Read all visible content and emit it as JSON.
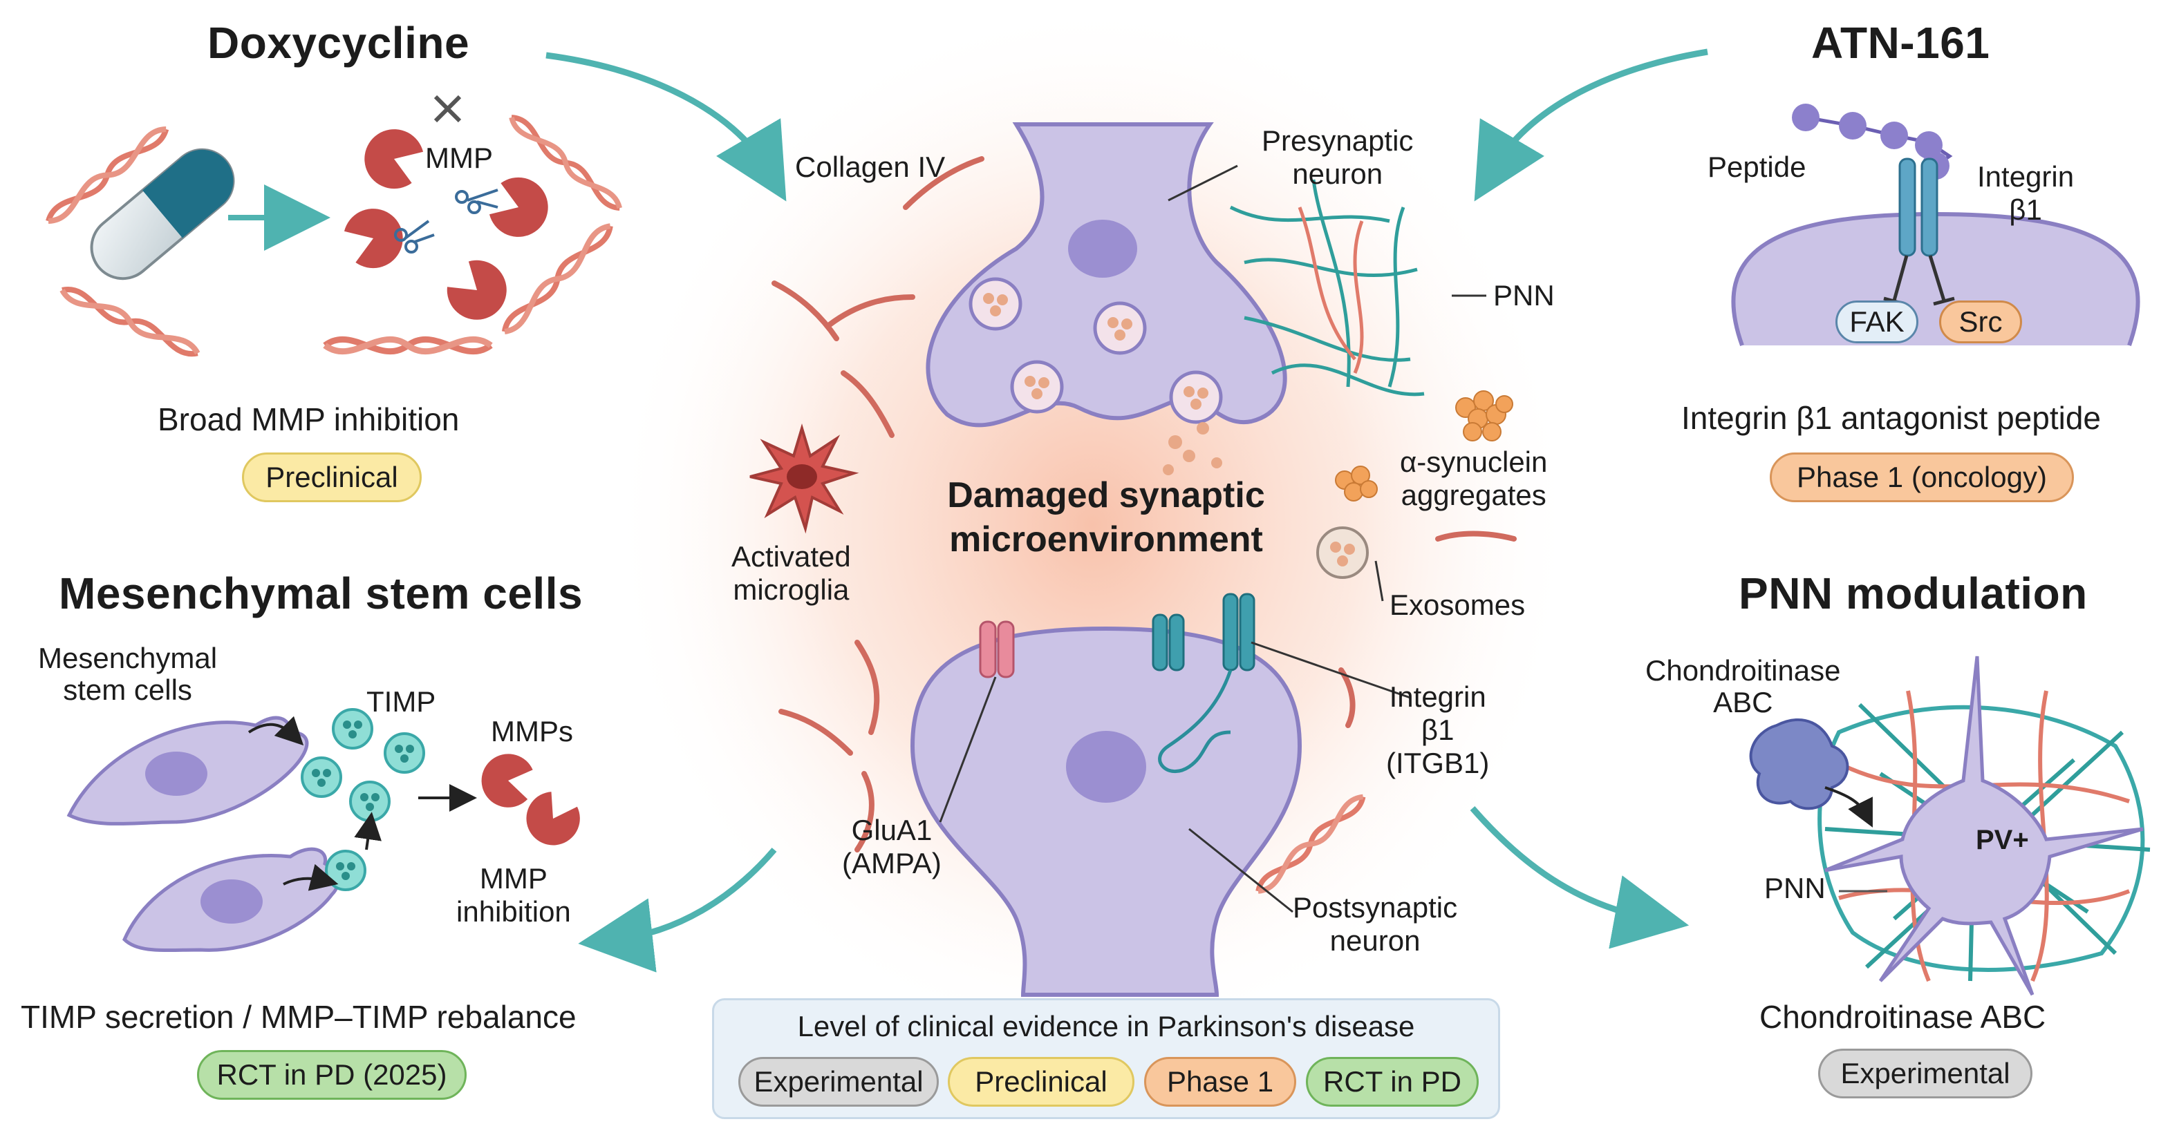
{
  "center": {
    "title_line1": "Damaged synaptic",
    "title_line2": "microenvironment",
    "labels": {
      "collagen": "Collagen IV",
      "presynaptic": "Presynaptic\nneuron",
      "pnn": "PNN",
      "microglia": "Activated\nmicroglia",
      "synuclein": "α-synuclein\naggregates",
      "exosomes": "Exosomes",
      "integrin": "Integrin\nβ1\n(ITGB1)",
      "glua1": "GluA1\n(AMPA)",
      "postsynaptic": "Postsynaptic\nneuron"
    }
  },
  "doxycycline": {
    "title": "Doxycycline",
    "mmp_label": "MMP",
    "caption": "Broad MMP inhibition",
    "badge": "Preclinical"
  },
  "atn161": {
    "title": "ATN-161",
    "peptide_label": "Peptide",
    "integrin_label": "Integrin\nβ1",
    "fak": "FAK",
    "src": "Src",
    "caption": "Integrin β1 antagonist peptide",
    "badge": "Phase 1 (oncology)"
  },
  "msc": {
    "title": "Mesenchymal stem cells",
    "cells_label": "Mesenchymal\nstem cells",
    "timp_label": "TIMP",
    "mmps_label": "MMPs",
    "inhibition_label": "MMP\ninhibition",
    "caption": "TIMP secretion / MMP–TIMP rebalance",
    "badge": "RCT in PD (2025)"
  },
  "pnn_mod": {
    "title": "PNN modulation",
    "enzyme_label": "Chondroitinase\nABC",
    "pv_label": "PV+",
    "pnn_label": "PNN",
    "caption": "Chondroitinase ABC",
    "badge": "Experimental"
  },
  "legend": {
    "title": "Level of clinical evidence in Parkinson's disease",
    "items": [
      "Experimental",
      "Preclinical",
      "Phase 1",
      "RCT in PD"
    ]
  },
  "colors": {
    "teal": "#3aa8a8",
    "mmp_red": "#c0504d",
    "neuron": "#cbc3e6",
    "neuron_edge": "#8a7fc2",
    "experimental": "#d9d9d9",
    "preclinical": "#fbeaa5",
    "phase1": "#f9c79c",
    "rct": "#b7e0a8"
  }
}
